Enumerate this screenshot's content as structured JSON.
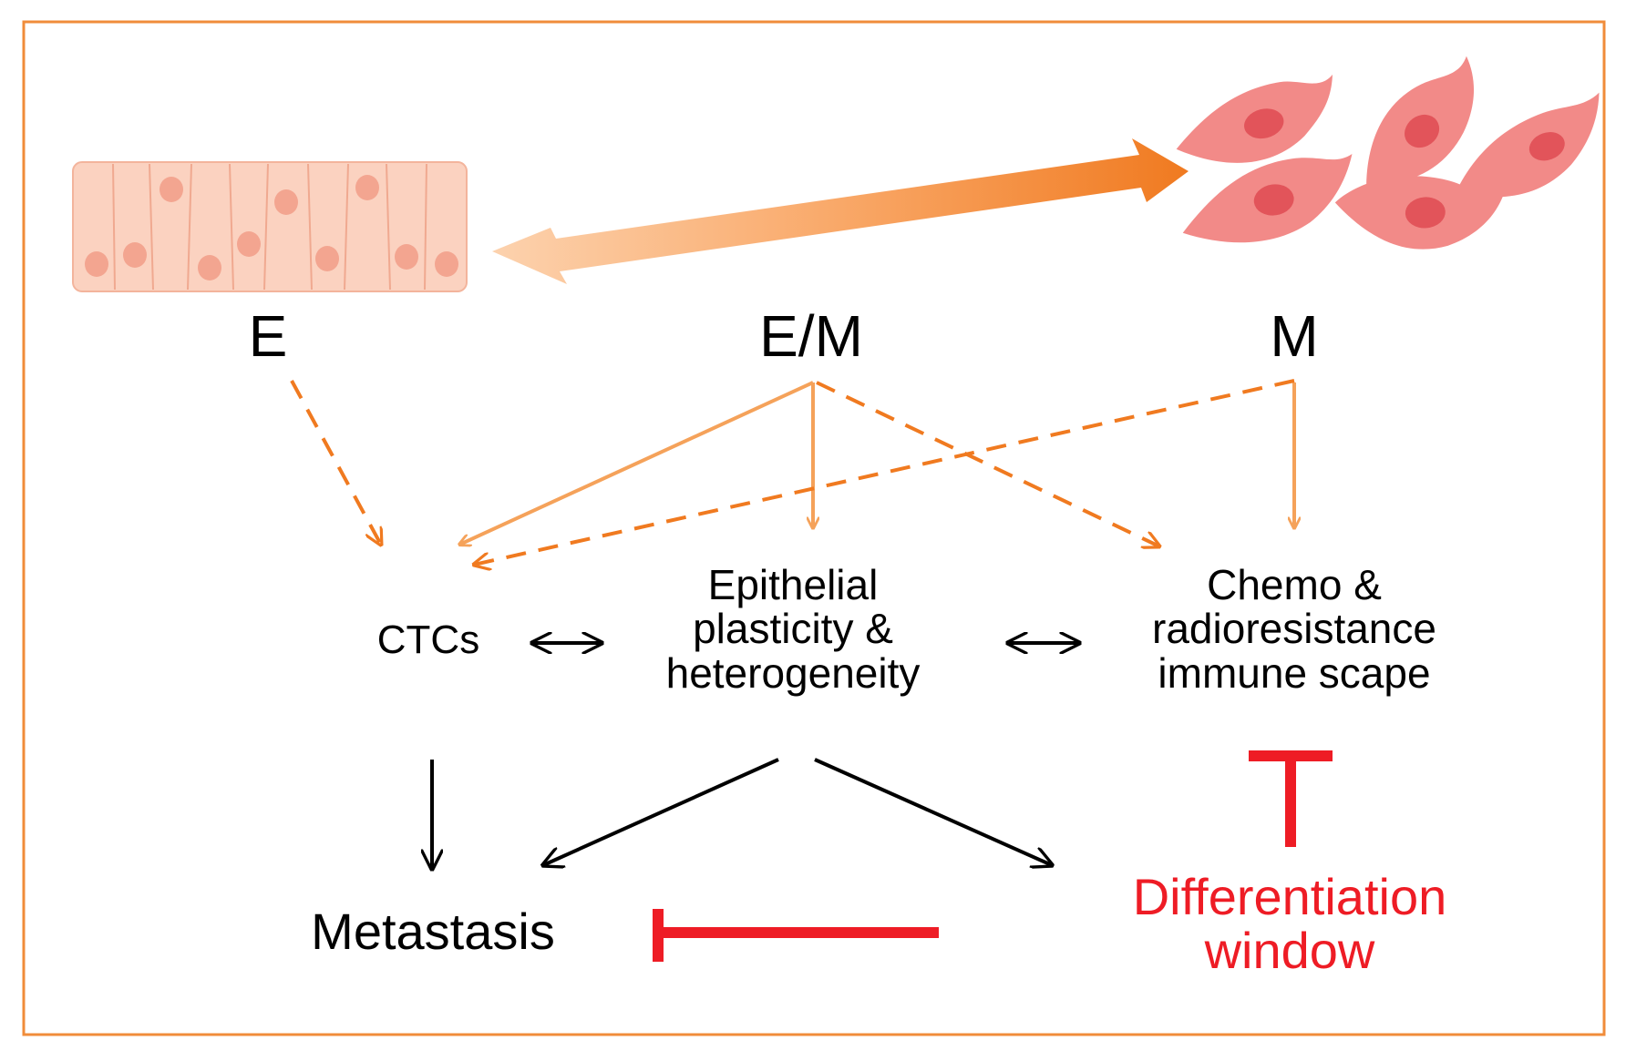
{
  "states": {
    "epithelial": "E",
    "hybrid": "E/M",
    "mesenchymal": "M"
  },
  "nodes": {
    "ctcs": "CTCs",
    "plasticity": [
      "Epithelial",
      "plasticity &",
      "heterogeneity"
    ],
    "resistance": [
      "Chemo &",
      "radioresistance",
      "immune scape"
    ],
    "metastasis": "Metastasis",
    "window": [
      "Differentiation",
      "window"
    ]
  },
  "colors": {
    "border": "#f08c3a",
    "solid_arrow": "#f5a25a",
    "dashed_arrow": "#f07a20",
    "black_arrow": "#000000",
    "inhibition": "#ee1c25",
    "epithelial_cell": "#fbd2c0",
    "epithelial_nucleus": "#f3a590",
    "mesenchymal_cell": "#f28a88",
    "mesenchymal_nucleus": "#e2545a"
  },
  "icons": {
    "epithelial_layer": "epithelial-cell-layer-icon",
    "mesenchymal_cells": "mesenchymal-cells-icon",
    "transition_arrow": "bidirectional-transition-arrow"
  }
}
